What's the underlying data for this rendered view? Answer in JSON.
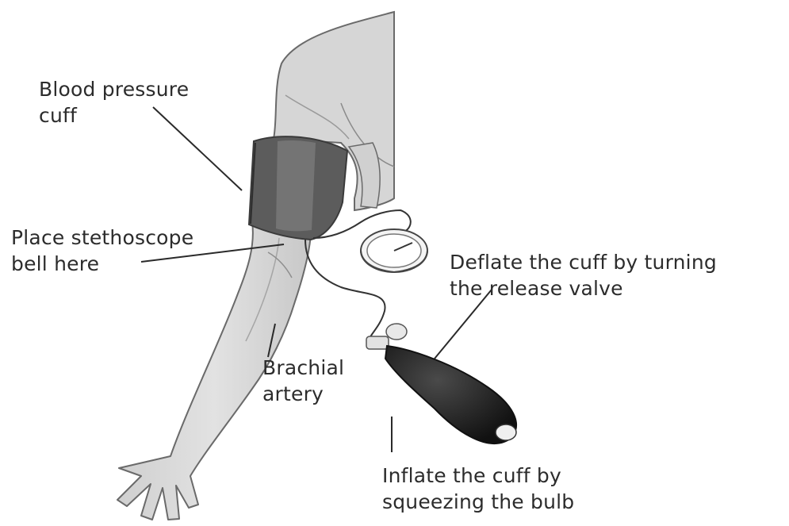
{
  "labels": {
    "cuff": [
      "Blood pressure",
      "cuff"
    ],
    "stethoscope": [
      "Place stethoscope",
      "bell here"
    ],
    "deflate": [
      "Deflate the cuff by turning",
      "the release valve"
    ],
    "brachial": [
      "Brachial",
      "artery"
    ],
    "inflate": [
      "Inflate the cuff by",
      "squeezing the bulb"
    ]
  },
  "colors": {
    "skin_fill": "#d8d8d8",
    "skin_stroke": "#6a6a6a",
    "cuff_fill": "#5c5c5c",
    "bulb_fill": "#1e1e1e",
    "leader_line": "#2a2a2a",
    "text": "#2c2c2c"
  }
}
